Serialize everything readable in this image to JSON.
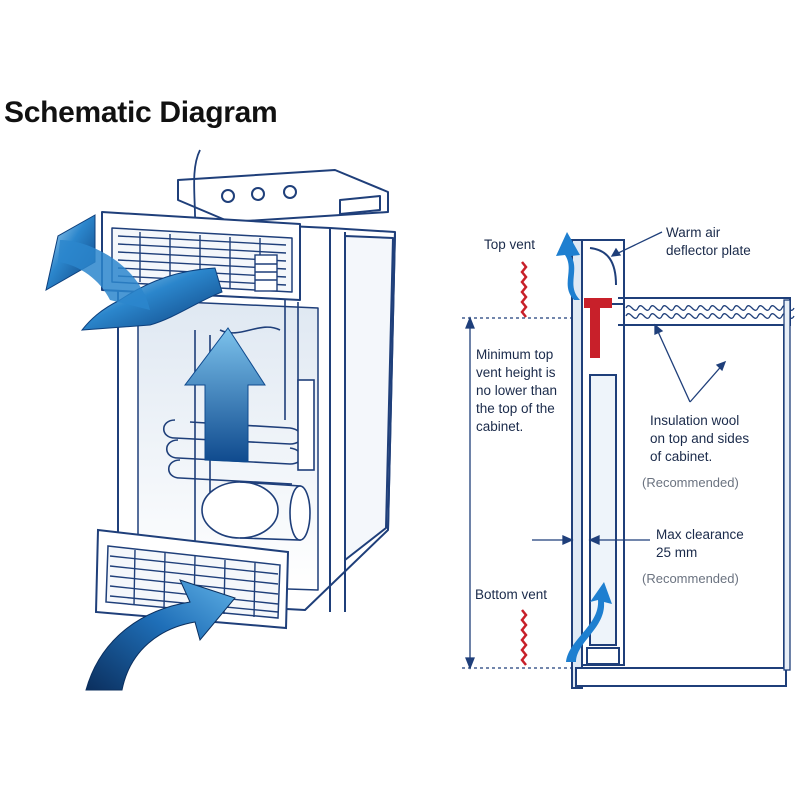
{
  "title": "Schematic Diagram",
  "labels": {
    "top_vent": "Top vent",
    "bottom_vent": "Bottom vent",
    "warm_air": [
      "Warm air",
      "deflector plate"
    ],
    "min_top": [
      "Minimum top",
      "vent height is",
      "no lower than",
      "the top of the",
      "cabinet."
    ],
    "insulation": [
      "Insulation wool",
      "on top and sides",
      "of cabinet."
    ],
    "max_clearance": [
      "Max clearance",
      "25 mm"
    ],
    "recommended_1": "(Recommended)",
    "recommended_2": "(Recommended)"
  },
  "colors": {
    "outline": "#1f3f7a",
    "airflow_blue": "#1565b0",
    "airflow_light": "#b9dcf2",
    "vent_red": "#c8202a"
  }
}
